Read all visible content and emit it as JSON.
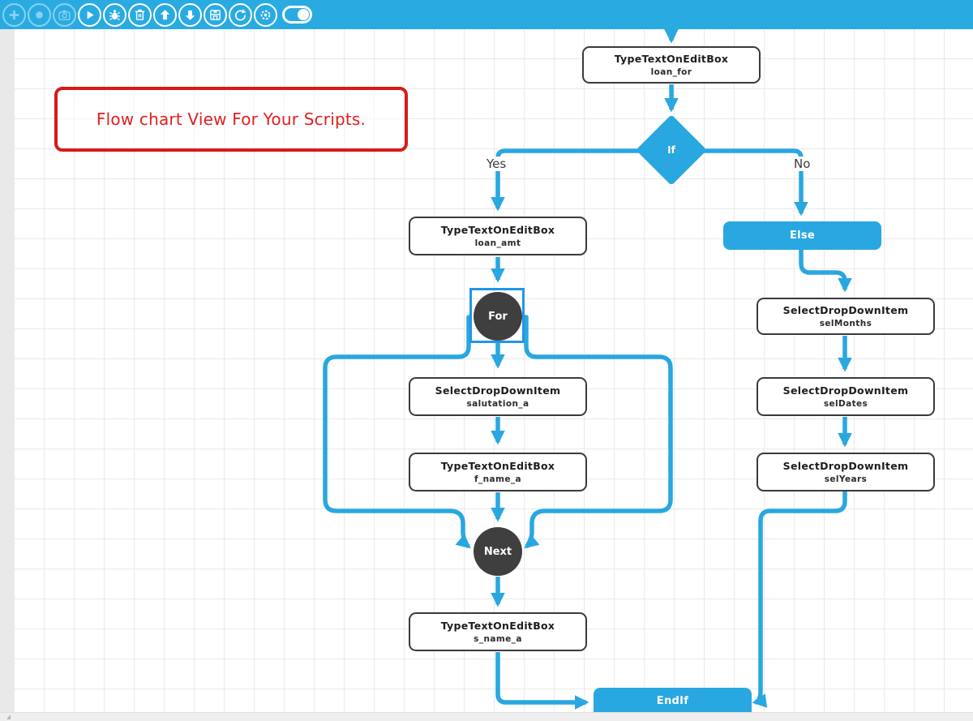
{
  "toolbar": {
    "background_color": "#29abe2",
    "icons": [
      {
        "name": "add",
        "enabled": false
      },
      {
        "name": "record",
        "enabled": false
      },
      {
        "name": "screenshot",
        "enabled": false
      },
      {
        "name": "play",
        "enabled": true
      },
      {
        "name": "debug",
        "enabled": true
      },
      {
        "name": "delete",
        "enabled": true
      },
      {
        "name": "move-up",
        "enabled": true
      },
      {
        "name": "move-down",
        "enabled": true
      },
      {
        "name": "save",
        "enabled": true
      },
      {
        "name": "refresh",
        "enabled": true
      },
      {
        "name": "sync-settings",
        "enabled": true
      },
      {
        "name": "flowchart-toggle",
        "enabled": true,
        "state": "on"
      }
    ]
  },
  "note": {
    "text": "Flow chart View For Your Scripts."
  },
  "colors": {
    "accent_blue": "#29a7e0",
    "toolbar_blue": "#29abe2",
    "node_dark": "#3f3f3f",
    "note_red": "#d61a1a"
  },
  "flowchart": {
    "branch_labels": {
      "yes": "Yes",
      "no": "No"
    },
    "control_nodes": {
      "if": "If",
      "else": "Else",
      "for": "For",
      "next": "Next",
      "endif": "EndIf"
    },
    "action_nodes": [
      {
        "title": "TypeTextOnEditBox",
        "param": "loan_for"
      },
      {
        "title": "TypeTextOnEditBox",
        "param": "loan_amt"
      },
      {
        "title": "SelectDropDownItem",
        "param": "salutation_a"
      },
      {
        "title": "TypeTextOnEditBox",
        "param": "f_name_a"
      },
      {
        "title": "TypeTextOnEditBox",
        "param": "s_name_a"
      },
      {
        "title": "SelectDropDownItem",
        "param": "selMonths"
      },
      {
        "title": "SelectDropDownItem",
        "param": "selDates"
      },
      {
        "title": "SelectDropDownItem",
        "param": "selYears"
      }
    ]
  }
}
